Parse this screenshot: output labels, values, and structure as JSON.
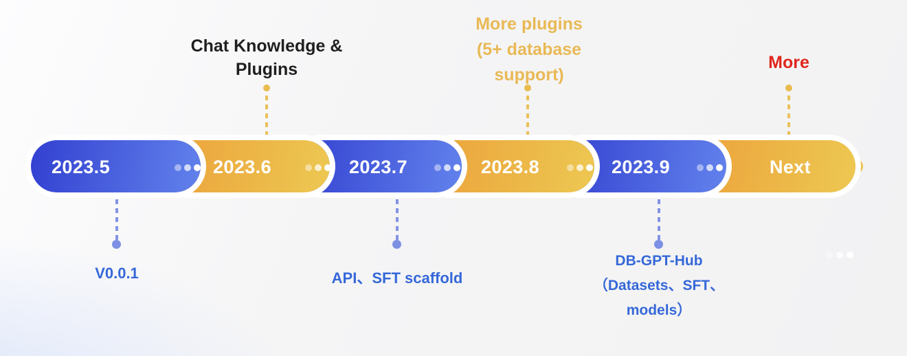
{
  "timeline": {
    "milestones": [
      {
        "date": "2023.5",
        "variant": "blue",
        "below_label": "V0.0.1"
      },
      {
        "date": "2023.6",
        "variant": "yellow",
        "above_label": "Chat Knowledge &\nPlugins"
      },
      {
        "date": "2023.7",
        "variant": "blue",
        "below_label": "API、SFT scaffold"
      },
      {
        "date": "2023.8",
        "variant": "yellow",
        "above_label": "More plugins\n(5+ database\nsupport)"
      },
      {
        "date": "2023.9",
        "variant": "blue",
        "below_label": "DB-GPT-Hub\n（Datasets、SFT、\nmodels）"
      },
      {
        "date": "Next",
        "variant": "yellow",
        "above_label": "More"
      }
    ],
    "separator_dots_per_pill": 3,
    "icons": {
      "ellipsis": "•••"
    }
  },
  "colors": {
    "blue_pill_start": "#3240d0",
    "blue_pill_end": "#6282ec",
    "yellow_pill_start": "#eba13a",
    "yellow_pill_end": "#edc852",
    "pill_date_text": "#ffffff",
    "black_annotation_text": "#1f1f1f",
    "gold_annotation_text": "#e9b955",
    "red_annotation_text": "#e0261c",
    "blue_annotation_text": "#3568d8",
    "top_connector": "#e9bc4f",
    "bottom_connector": "#8393e4",
    "pill_outline": "#ffffff"
  }
}
